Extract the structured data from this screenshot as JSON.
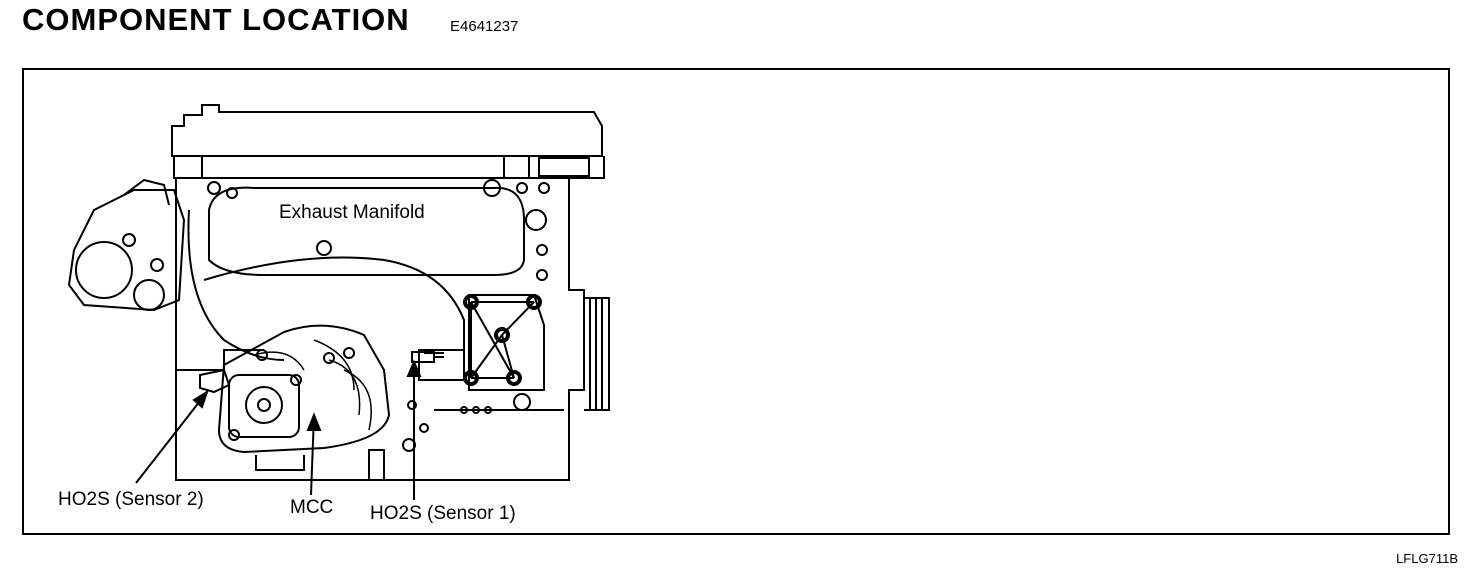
{
  "header": {
    "title": "COMPONENT LOCATION",
    "doc_code": "E4641237"
  },
  "figure": {
    "code": "LFLG711B",
    "labels": {
      "exhaust_manifold": "Exhaust Manifold",
      "ho2s_sensor2": "HO2S (Sensor 2)",
      "mcc": "MCC",
      "ho2s_sensor1": "HO2S (Sensor 1)"
    }
  },
  "colors": {
    "ink": "#000000",
    "background": "#ffffff"
  }
}
